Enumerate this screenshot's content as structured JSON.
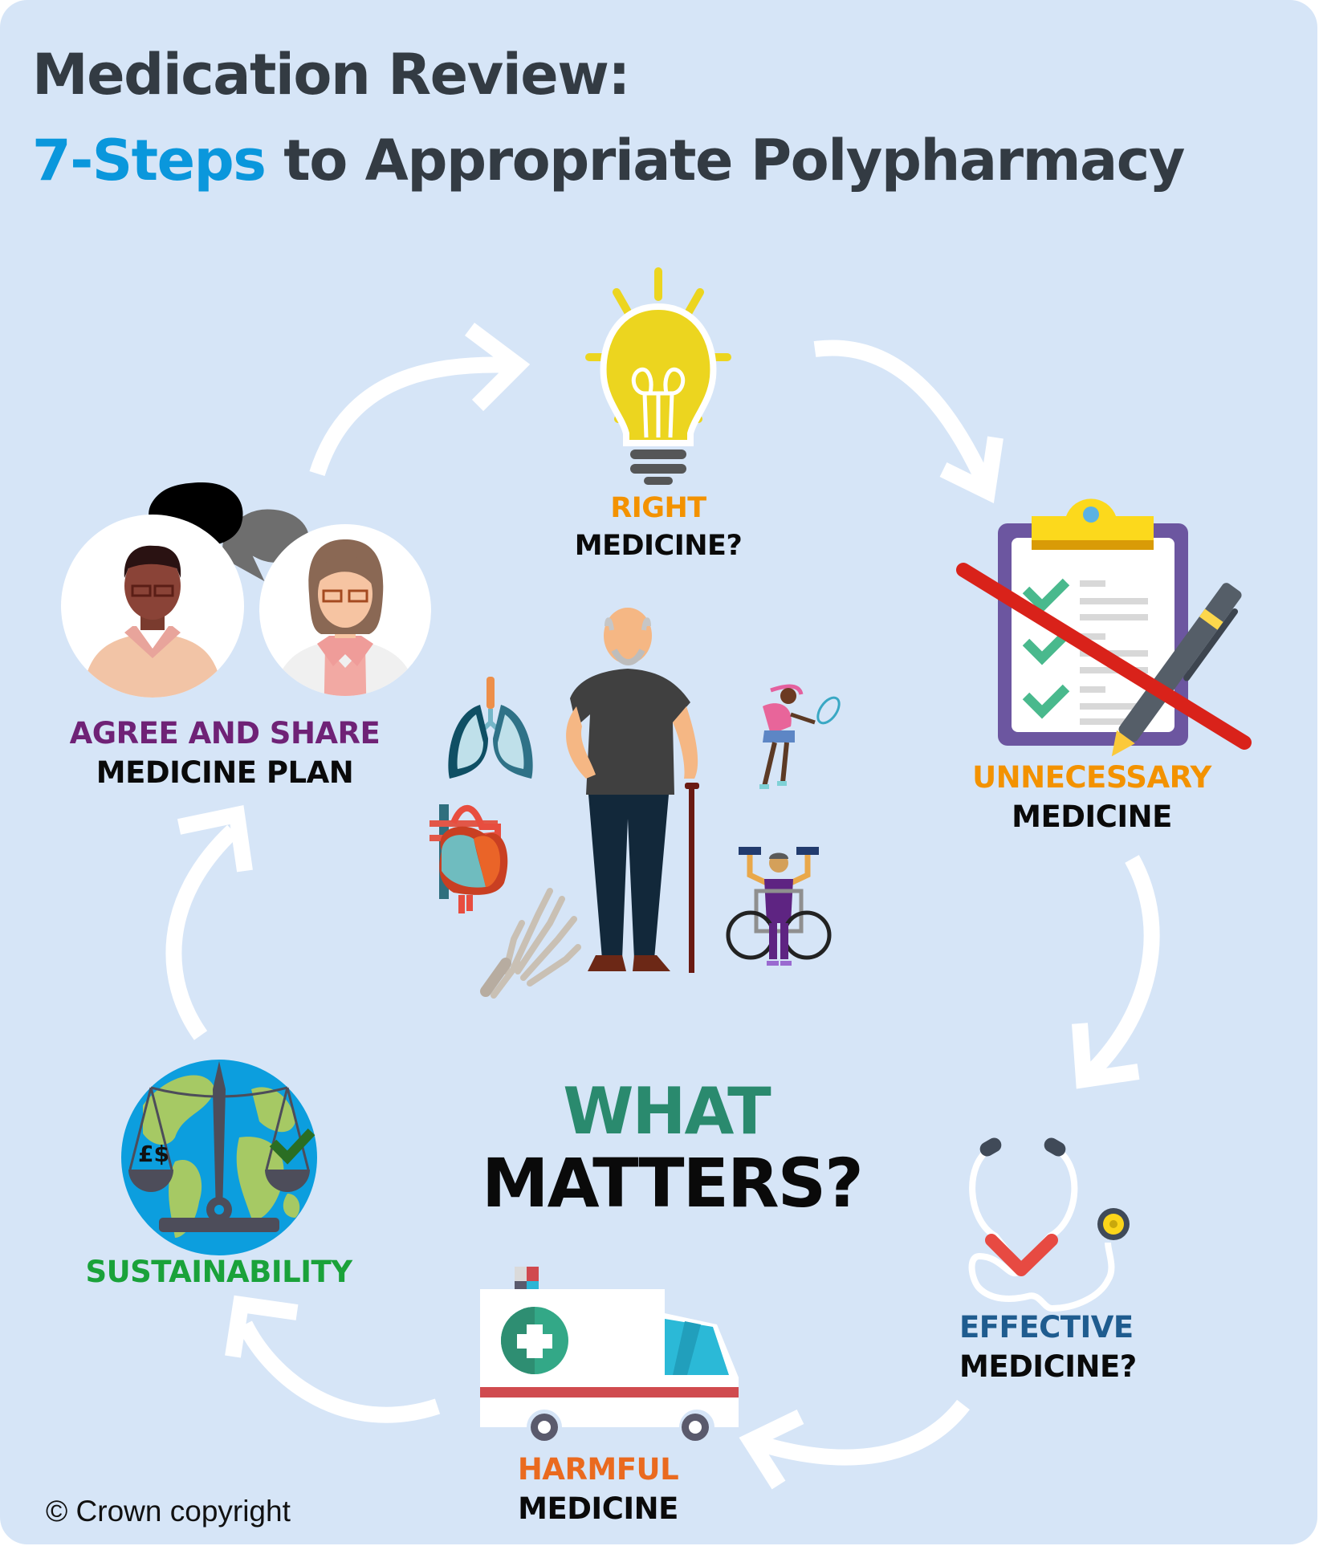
{
  "title": {
    "line1": "Medication Review:",
    "line2_accent": "7-Steps",
    "line2_rest": " to Appropriate Polypharmacy"
  },
  "colors": {
    "background": "#d6e5f7",
    "title_text": "#333b43",
    "title_accent": "#0a97dc",
    "right": "#f39200",
    "unnecessary": "#f39200",
    "effective": "#1f5c8f",
    "harmful": "#ea6a1f",
    "sustainability": "#1aa23a",
    "agree": "#6f2276",
    "what": "#2a8a6e"
  },
  "steps": [
    {
      "id": "right",
      "icon": "lightbulb-icon",
      "line1": "RIGHT",
      "line2": "MEDICINE?"
    },
    {
      "id": "unnecessary",
      "icon": "crossed-clipboard-icon",
      "line1": "UNNECESSARY",
      "line2": "MEDICINE"
    },
    {
      "id": "effective",
      "icon": "stethoscope-icon",
      "line1": "EFFECTIVE",
      "line2": "MEDICINE?"
    },
    {
      "id": "harmful",
      "icon": "ambulance-icon",
      "line1": "HARMFUL",
      "line2": "MEDICINE"
    },
    {
      "id": "sustainability",
      "icon": "globe-scales-icon",
      "line1": "SUSTAINABILITY",
      "line2": ""
    },
    {
      "id": "agree",
      "icon": "patient-clinician-conversation-icon",
      "line1": "AGREE AND SHARE",
      "line2": "MEDICINE PLAN"
    }
  ],
  "center": {
    "line1": "WHAT",
    "line2": "MATTERS?",
    "illustrations": [
      "elderly-man-with-cane",
      "lungs",
      "heart",
      "hand-skeleton",
      "tennis-player",
      "wheelchair-weightlifter"
    ]
  },
  "sustainability_symbols": "£$",
  "footer": {
    "copyright": "© Crown copyright"
  }
}
